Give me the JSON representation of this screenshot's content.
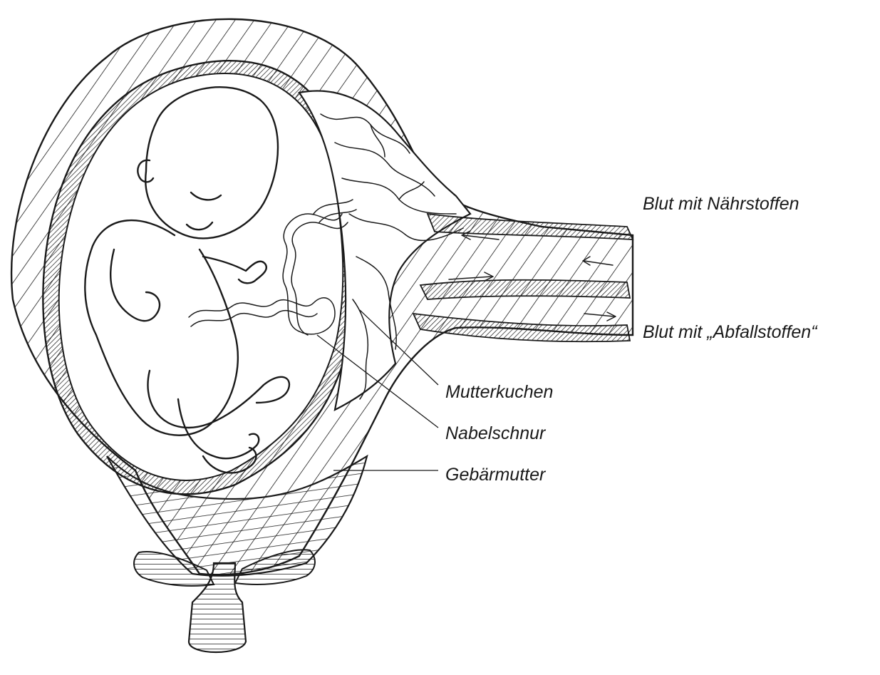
{
  "labels": {
    "blood_nutrients": "Blut mit Nährstoffen",
    "blood_waste": "Blut mit „Abfallstoffen“",
    "placenta": "Mutterkuchen",
    "umbilical_cord": "Nabelschnur",
    "uterus": "Gebärmutter"
  },
  "colors": {
    "ink": "#1a1a1a",
    "background": "#ffffff"
  }
}
